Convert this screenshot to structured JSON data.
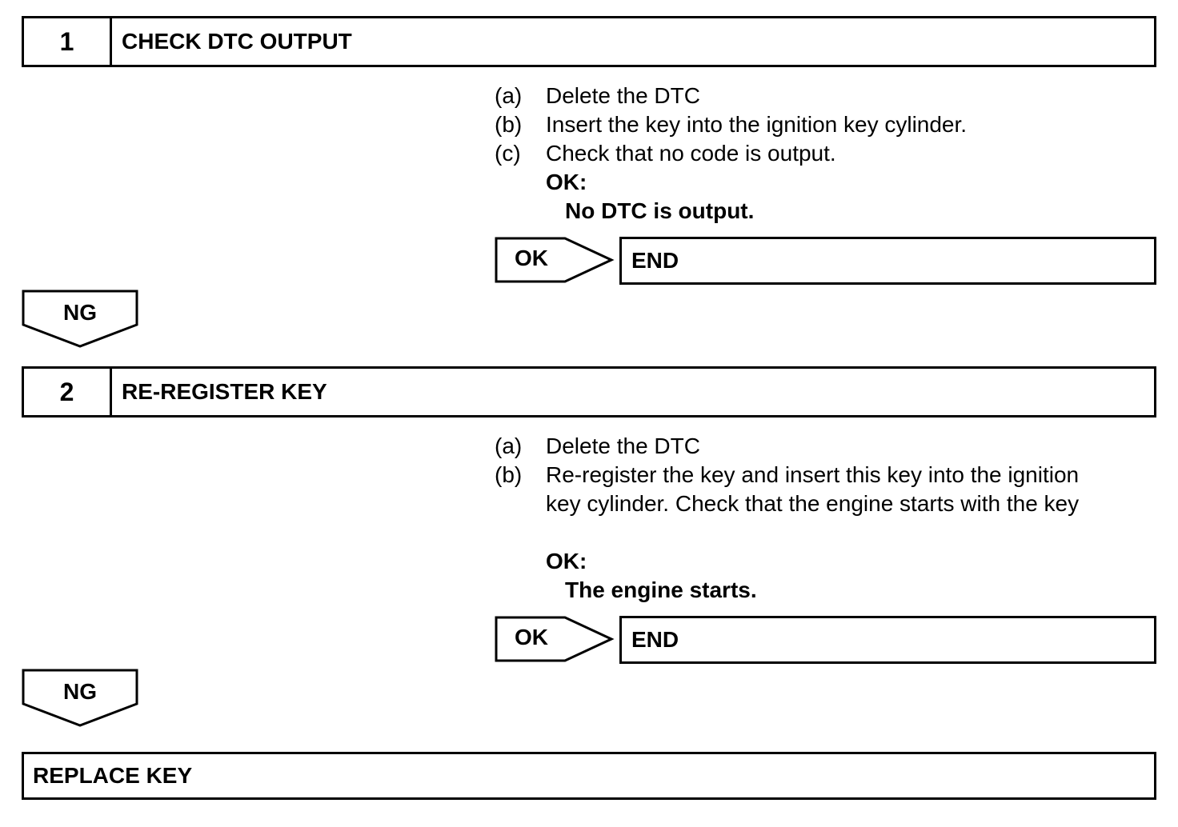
{
  "steps": [
    {
      "number": "1",
      "title": "CHECK DTC OUTPUT",
      "instructions": [
        {
          "label": "(a)",
          "text": "Delete the DTC"
        },
        {
          "label": "(b)",
          "text": "Insert the key into the ignition key cylinder."
        },
        {
          "label": "(c)",
          "text": "Check that no code is output."
        }
      ],
      "ok_header": "OK:",
      "ok_value": "No DTC is output.",
      "ok_branch": "OK",
      "ok_result": "END",
      "ng_branch": "NG"
    },
    {
      "number": "2",
      "title": "RE-REGISTER KEY",
      "instructions": [
        {
          "label": "(a)",
          "text": "Delete the DTC"
        },
        {
          "label": "(b)",
          "text": "Re-register the key and insert this key into the ignition"
        },
        {
          "label": "",
          "text": "key cylinder. Check that the engine starts with the key"
        }
      ],
      "ok_header": "OK:",
      "ok_value": "The engine starts.",
      "ok_branch": "OK",
      "ok_result": "END",
      "ng_branch": "NG"
    }
  ],
  "final_action": "REPLACE KEY"
}
